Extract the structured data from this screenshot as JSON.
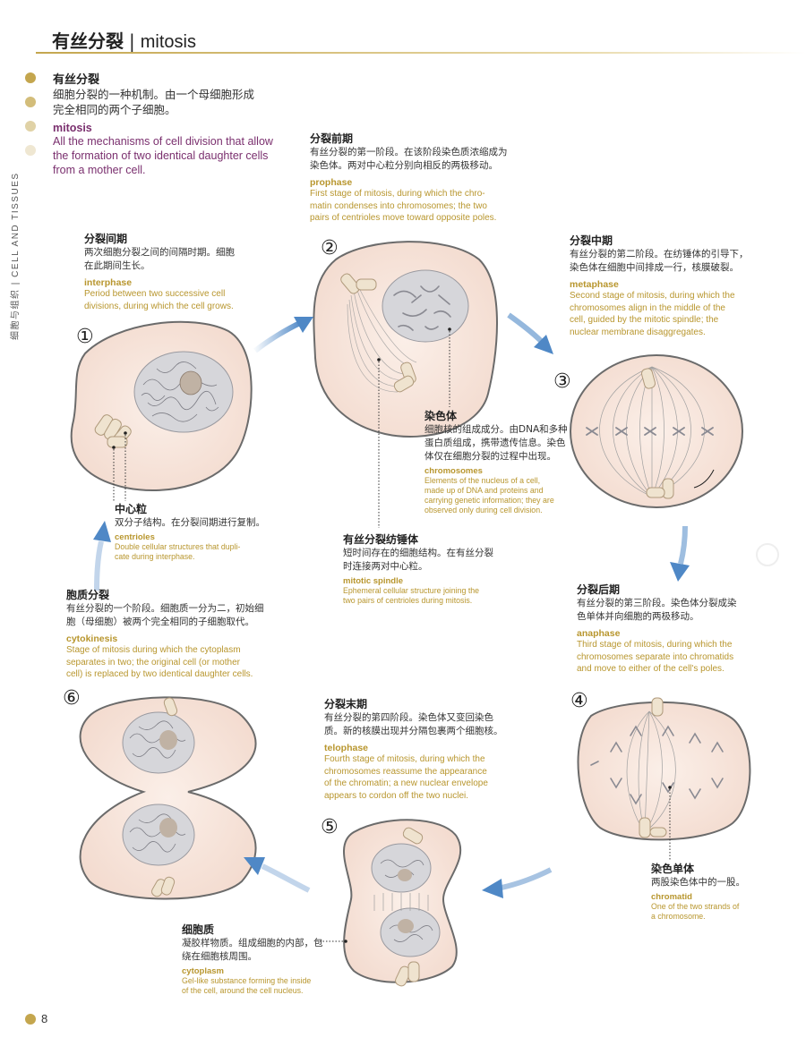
{
  "header": {
    "title_zh": "有丝分裂",
    "separator": "|",
    "title_en": "mitosis"
  },
  "side_label": {
    "zh": "细胞与组织",
    "separator": "|",
    "en": "CELL AND TISSUES"
  },
  "intro": {
    "title_zh": "有丝分裂",
    "desc_zh": [
      "细胞分裂的一种机制。由一个母细胞形成",
      "完全相同的两个子细胞。"
    ],
    "title_en": "mitosis",
    "desc_en": [
      "All the mechanisms of cell division that allow",
      "the formation of two identical daughter cells",
      "from a mother cell."
    ]
  },
  "steps": {
    "s1": "①",
    "s2": "②",
    "s3": "③",
    "s4": "④",
    "s5": "⑤",
    "s6": "⑥"
  },
  "labels": {
    "interphase": {
      "zh_title": "分裂间期",
      "zh_desc": [
        "两次细胞分裂之间的间隔时期。细胞",
        "在此期间生长。"
      ],
      "en_title": "interphase",
      "en_desc": [
        "Period between two successive cell",
        "divisions, during which the cell grows."
      ]
    },
    "prophase": {
      "zh_title": "分裂前期",
      "zh_desc": [
        "有丝分裂的第一阶段。在该阶段染色质浓缩成为",
        "染色体。两对中心粒分别向相反的两极移动。"
      ],
      "en_title": "prophase",
      "en_desc": [
        "First stage of mitosis, during which the chro-",
        "matin condenses into chromosomes; the two",
        "pairs of centrioles move toward opposite poles."
      ]
    },
    "metaphase": {
      "zh_title": "分裂中期",
      "zh_desc": [
        "有丝分裂的第二阶段。在纺锤体的引导下，",
        "染色体在细胞中间排成一行，核膜破裂。"
      ],
      "en_title": "metaphase",
      "en_desc": [
        "Second stage of mitosis, during which the",
        "chromosomes align in the middle of the",
        "cell, guided by the mitotic spindle; the",
        "nuclear membrane disaggregates."
      ]
    },
    "chromosomes": {
      "zh_title": "染色体",
      "zh_desc": [
        "细胞核的组成成分。由DNA和多种",
        "蛋白质组成，携带遗传信息。染色",
        "体仅在细胞分裂的过程中出现。"
      ],
      "en_title": "chromosomes",
      "en_desc": [
        "Elements of the nucleus of a cell,",
        "made up of DNA and proteins and",
        "carrying genetic information; they are",
        "observed only during cell division."
      ]
    },
    "centrioles": {
      "zh_title": "中心粒",
      "zh_desc": [
        "双分子结构。在分裂间期进行复制。"
      ],
      "en_title": "centrioles",
      "en_desc": [
        "Double cellular structures that dupli-",
        "cate during interphase."
      ]
    },
    "mitotic_spindle": {
      "zh_title": "有丝分裂纺锤体",
      "zh_desc": [
        "短时间存在的细胞结构。在有丝分裂",
        "时连接两对中心粒。"
      ],
      "en_title": "mitotic spindle",
      "en_desc": [
        "Ephemeral cellular structure joining the",
        "two pairs of centrioles during mitosis."
      ]
    },
    "cytokinesis": {
      "zh_title": "胞质分裂",
      "zh_desc": [
        "有丝分裂的一个阶段。细胞质一分为二，初始细",
        "胞（母细胞）被两个完全相同的子细胞取代。"
      ],
      "en_title": "cytokinesis",
      "en_desc": [
        "Stage of mitosis during which the cytoplasm",
        "separates in two; the original cell (or mother",
        "cell) is replaced by two identical daughter cells."
      ]
    },
    "anaphase": {
      "zh_title": "分裂后期",
      "zh_desc": [
        "有丝分裂的第三阶段。染色体分裂成染",
        "色单体并向细胞的两极移动。"
      ],
      "en_title": "anaphase",
      "en_desc": [
        "Third stage of mitosis, during which the",
        "chromosomes separate into chromatids",
        "and move to either of the cell's poles."
      ]
    },
    "telophase": {
      "zh_title": "分裂末期",
      "zh_desc": [
        "有丝分裂的第四阶段。染色体又变回染色",
        "质。新的核膜出现并分隔包裹两个细胞核。"
      ],
      "en_title": "telophase",
      "en_desc": [
        "Fourth stage of mitosis, during which the",
        "chromosomes reassume the appearance",
        "of the chromatin; a new nuclear envelope",
        "appears to cordon off the two nuclei."
      ]
    },
    "chromatid": {
      "zh_title": "染色单体",
      "zh_desc": [
        "两股染色体中的一股。"
      ],
      "en_title": "chromatid",
      "en_desc": [
        "One of the two strands of",
        "a chromosome."
      ]
    },
    "cytoplasm": {
      "zh_title": "细胞质",
      "zh_desc": [
        "凝胶样物质。组成细胞的内部，包",
        "绕在细胞核周围。"
      ],
      "en_title": "cytoplasm",
      "en_desc": [
        "Gel-like substance forming the inside",
        "of the cell, around the cell nucleus."
      ]
    }
  },
  "page_number": "8",
  "colors": {
    "accent_gold": "#c4a64e",
    "en_text_gold": "#b8962e",
    "intro_purple": "#7a2f6e",
    "cell_fill": "#f6e3d9",
    "cell_stroke": "#6b6b6b",
    "nucleus_fill": "#d6d6da",
    "arrow_blue": "#4f88c6"
  }
}
